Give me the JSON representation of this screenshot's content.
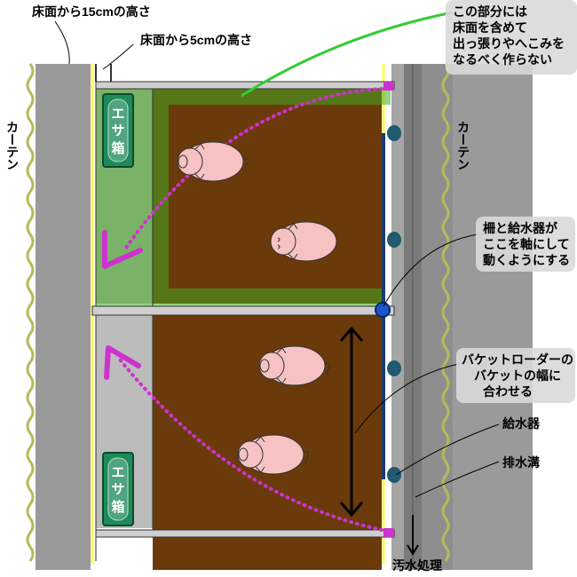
{
  "labels": {
    "floor_15cm": "床面から15cmの高さ",
    "floor_5cm": "床面から5cmの高さ",
    "curtain_left": "カーテン",
    "curtain_right": "カーテン",
    "feed_box_top": "エサ箱",
    "feed_box_bottom": "エサ箱",
    "drain_label": "汚水処理",
    "water_feeder": "給水器",
    "drain_gutter": "排水溝"
  },
  "callouts": {
    "no_bumps": [
      "この部分には",
      "床面を含めて",
      "出っ張りやへこみを",
      "なるべく作らない"
    ],
    "pivot": [
      "柵と給水器が",
      "ここを軸にして",
      "動くようにする"
    ],
    "bucket_loader": [
      "バケットローダーの",
      "バケットの幅に",
      "合わせる"
    ]
  },
  "colors": {
    "floor": "#6b3a0a",
    "concrete": "#9a9a9a",
    "wall": "#c8c8c8",
    "curtain": "#b8b85a",
    "path": "#cc33cc",
    "zone": "#44aa22",
    "feed_box": "#1e8a5a",
    "feeder": "#1f5a6e",
    "gate": "#1c3a6e",
    "pig": "#f6c2c2",
    "pointer": "#33cc33",
    "yellow_line": "#ffff55"
  }
}
